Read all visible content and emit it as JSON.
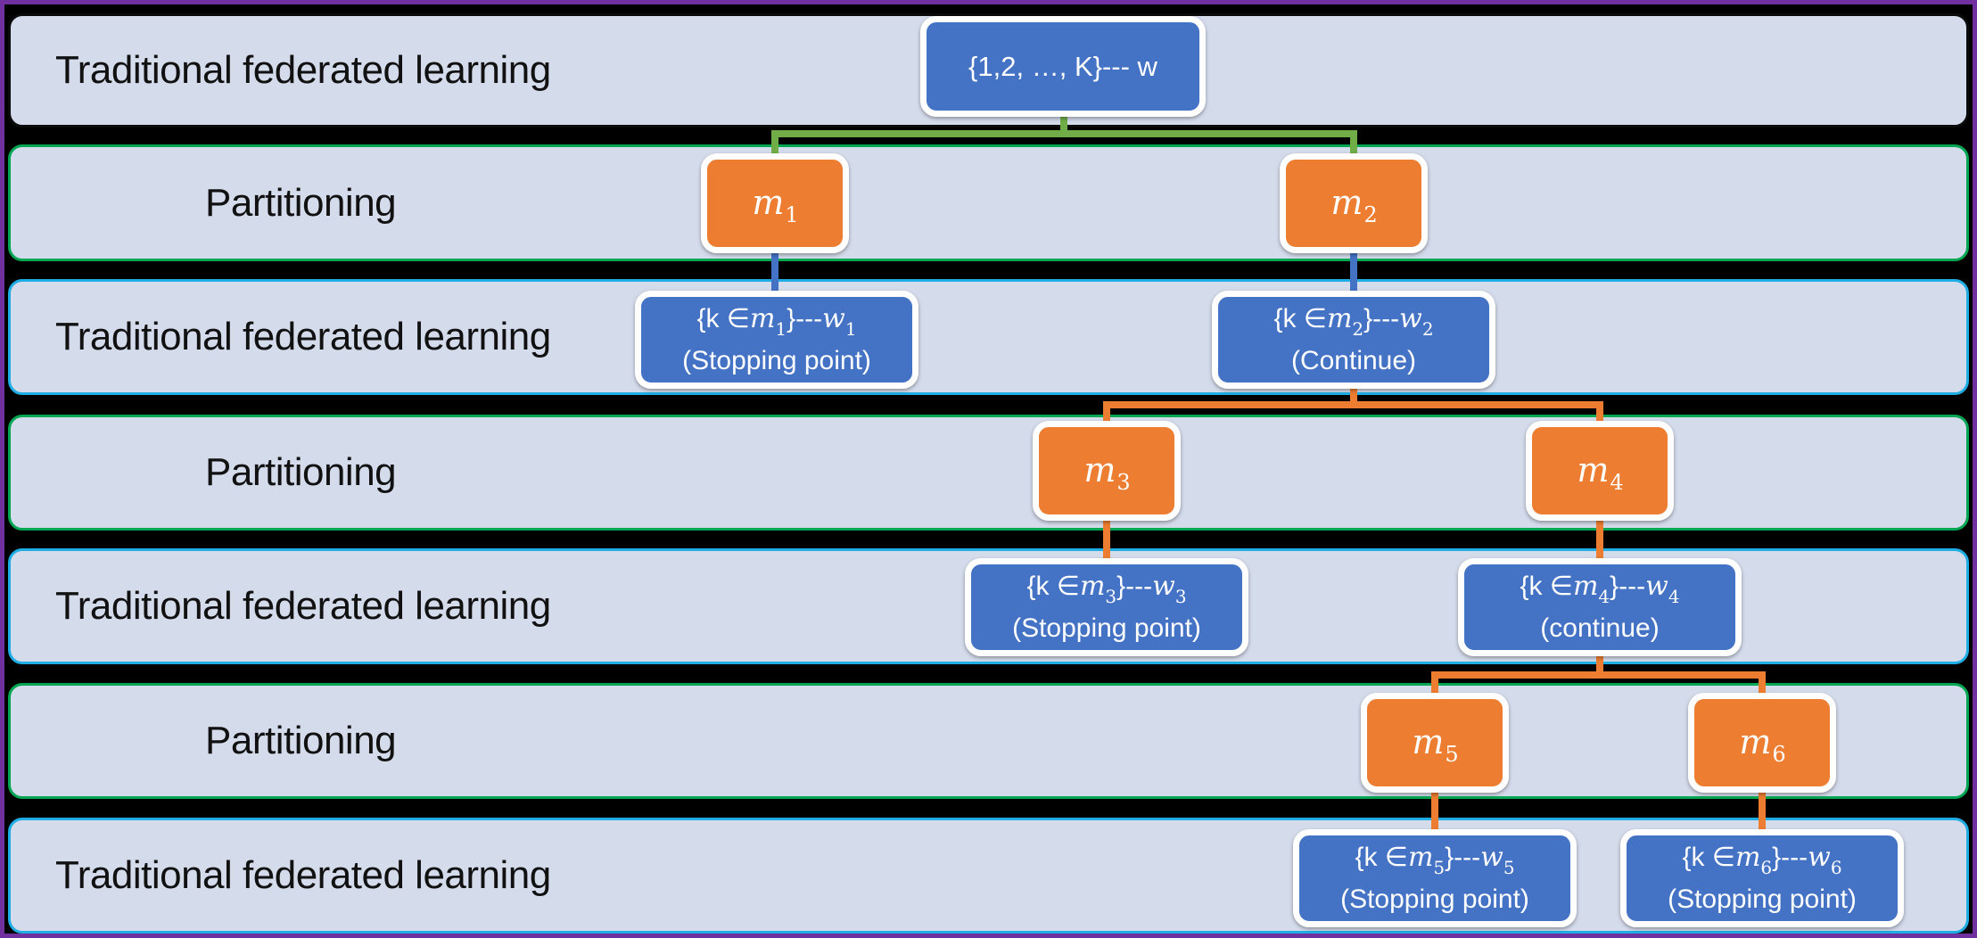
{
  "colors": {
    "frame_purple": "#7030A0",
    "gap_black": "#000000",
    "band_fill": "#D4DBEB",
    "band_border_green": "#00A651",
    "band_border_cyan": "#1FADE4",
    "node_blue": "#4472C4",
    "node_orange": "#ED7D31",
    "edge_green": "#70AD47",
    "edge_blue": "#4472C4",
    "edge_orange": "#ED7D31"
  },
  "rows": [
    {
      "label": "Traditional federated learning"
    },
    {
      "label": "Partitioning"
    },
    {
      "label": "Traditional federated learning"
    },
    {
      "label": "Partitioning"
    },
    {
      "label": "Traditional federated learning"
    },
    {
      "label": "Partitioning"
    },
    {
      "label": "Traditional federated learning"
    }
  ],
  "root": {
    "label": "{1,2, …, K}--- w"
  },
  "m_nodes": {
    "m1": {
      "var": "m",
      "sub": "1"
    },
    "m2": {
      "var": "m",
      "sub": "2"
    },
    "m3": {
      "var": "m",
      "sub": "3"
    },
    "m4": {
      "var": "m",
      "sub": "4"
    },
    "m5": {
      "var": "m",
      "sub": "5"
    },
    "m6": {
      "var": "m",
      "sub": "6"
    }
  },
  "w_nodes": {
    "w1": {
      "pre": "{k ∈",
      "var1": "m",
      "sub1": "1",
      "sep": "}---",
      "var2": "w",
      "sub2": "1",
      "note": "(Stopping point)"
    },
    "w2": {
      "pre": "{k ∈",
      "var1": "m",
      "sub1": "2",
      "sep": "}---",
      "var2": "w",
      "sub2": "2",
      "note": "(Continue)"
    },
    "w3": {
      "pre": "{k ∈",
      "var1": "m",
      "sub1": "3",
      "sep": "}---",
      "var2": "w",
      "sub2": "3",
      "note": "(Stopping point)"
    },
    "w4": {
      "pre": "{k ∈",
      "var1": "m",
      "sub1": "4",
      "sep": "}---",
      "var2": "w",
      "sub2": "4",
      "note": "(continue)"
    },
    "w5": {
      "pre": "{k ∈",
      "var1": "m",
      "sub1": "5",
      "sep": "}---",
      "var2": "w",
      "sub2": "5",
      "note": "(Stopping point)"
    },
    "w6": {
      "pre": "{k ∈",
      "var1": "m",
      "sub1": "6",
      "sep": "}---",
      "var2": "w",
      "sub2": "6",
      "note": "(Stopping point)"
    }
  }
}
